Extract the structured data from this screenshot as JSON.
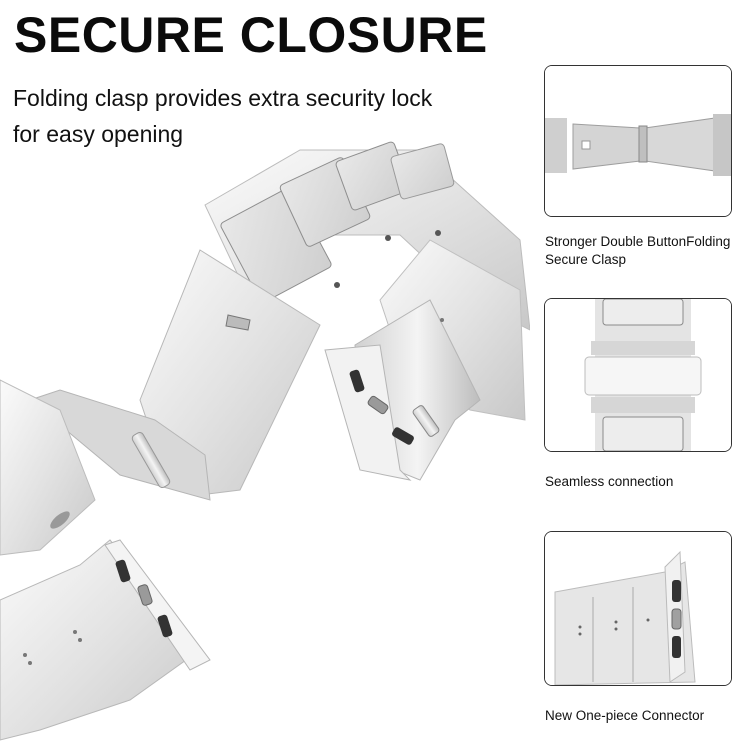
{
  "header": {
    "title": "SECURE CLOSURE",
    "subtitle_line1": "Folding clasp provides extra security lock",
    "subtitle_line2": "for easy opening"
  },
  "hero_image": {
    "subject": "silver stainless steel link watch band with folding clasp and one-piece watch connectors",
    "colors": {
      "metal_light": "#f2f2f2",
      "metal_mid": "#d6d6d6",
      "metal_dark": "#a9a9a9",
      "button_dark": "#333333"
    }
  },
  "features": [
    {
      "image": "folding clasp close-up",
      "caption_line1": "Stronger Double ButtonFolding",
      "caption_line2": "Secure Clasp"
    },
    {
      "image": "seamless link connection close-up",
      "caption_line1": "Seamless connection",
      "caption_line2": ""
    },
    {
      "image": "one-piece connector close-up",
      "caption_line1": "New One-piece Connector",
      "caption_line2": ""
    }
  ],
  "style": {
    "card_border": "#333333",
    "text": "#111111",
    "background": "#ffffff"
  }
}
